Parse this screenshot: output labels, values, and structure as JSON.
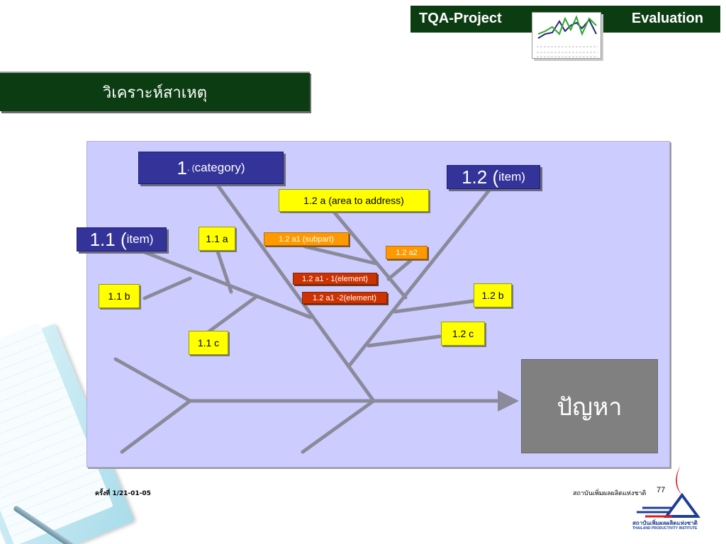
{
  "header": {
    "project_label": "TQA-Project",
    "evaluation_label": "Evaluation"
  },
  "title": "วิเคราะห์สาเหตุ",
  "diagram": {
    "category_main": {
      "number": "1",
      "rest": ". (",
      "label": "category)"
    },
    "item_1_1": {
      "number": "1.1 (",
      "label": "item)"
    },
    "item_1_2": {
      "number": "1.2 (",
      "label": "item)"
    },
    "area_to_address": "1.2 a  (area to address)",
    "sub_1_1a": "1.1 a",
    "sub_1_1b": "1.1 b",
    "sub_1_1c": "1.1 c",
    "sub_1_2b": "1.2 b",
    "sub_1_2c": "1.2 c",
    "subpart": "1.2 a1  (subpart)",
    "sub_1_2a2": "1.2 a2",
    "element_1": "1.2 a1 - 1(element)",
    "element_2": "1.2 a1 -2(element)",
    "problem": "ปัญหา"
  },
  "footer": {
    "revision": "ครั้งที่ 1/21-01-05",
    "institute": "สถาบันเพิ่มผลผลิตแห่งชาติ",
    "page_number": "77",
    "logo_thai": "สถาบันเพิ่มผลผลิตแห่งชาติ",
    "logo_english": "THAILAND PRODUCTIVITY INSTITUTE"
  },
  "colors": {
    "dark_green": "#0c3d12",
    "navy": "#333399",
    "yellow": "#ffff00",
    "orange": "#ff9900",
    "red": "#cc3300",
    "panel": "#ccccff",
    "bone": "#8a8a9a",
    "problem": "#808080"
  }
}
